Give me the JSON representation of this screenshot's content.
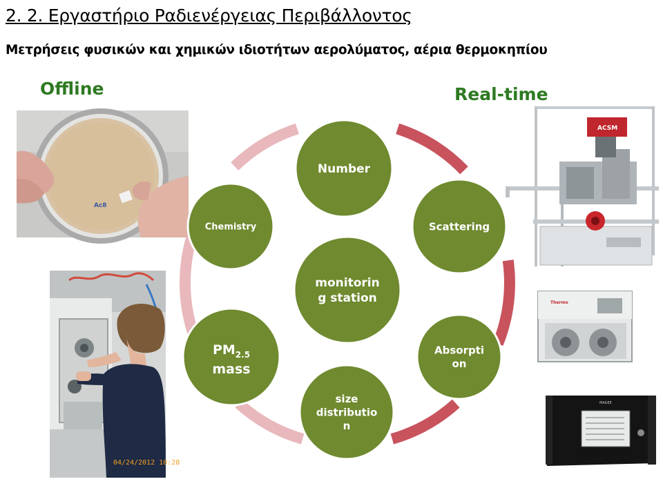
{
  "header": {
    "title": "2. 2. Εργαστήριο Ραδιενέργειας Περιβάλλοντος",
    "subtitle": "Μετρήσεις φυσικών και χημικών ιδιοτήτων αερολύματος, αέρια θερμοκηπίου"
  },
  "labels": {
    "offline": "Offline",
    "realtime": "Real-time"
  },
  "cycle": {
    "center": [
      "monitorin",
      "g station"
    ],
    "nodes": {
      "number": [
        "Number"
      ],
      "scattering": [
        "Scattering"
      ],
      "absorption": [
        "Absorpti",
        "on"
      ],
      "size": [
        "size",
        "distributio",
        "n"
      ],
      "pm": {
        "base": "PM",
        "sub": "2.5",
        "line2": "mass"
      },
      "chemistry": [
        "Chemistry"
      ]
    }
  },
  "photos": {
    "acsm_text": "ACSM",
    "thermo_text": "Thermo",
    "magee_text": "MAGEE",
    "filter_brand": "Ac8",
    "datestamp": "04/24/2012 10:28"
  },
  "colors": {
    "node_green": "#6f8a2f",
    "node_border": "#ffffff",
    "arrow_red": "#c8535d",
    "arrow_pink": "#e8b8bc",
    "label_green": "#2e7a22"
  }
}
